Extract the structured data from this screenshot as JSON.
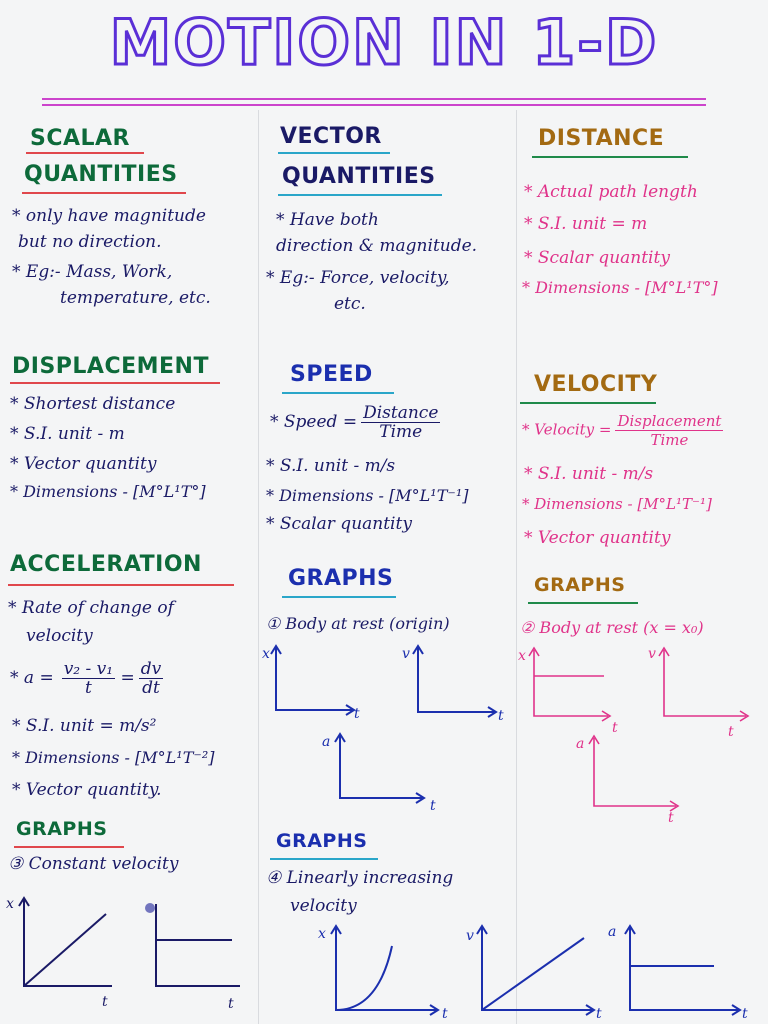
{
  "title": "MOTION IN 1-D",
  "scalar": {
    "heading_l1": "SCALAR",
    "heading_l2": "QUANTITIES",
    "lines": [
      "* only have magnitude",
      "but no direction.",
      "* Eg:- Mass, Work,",
      "temperature, etc."
    ]
  },
  "vector": {
    "heading_l1": "VECTOR",
    "heading_l2": "QUANTITIES",
    "lines": [
      "* Have both",
      "direction & magnitude.",
      "* Eg:- Force, velocity,",
      "etc."
    ]
  },
  "distance": {
    "heading": "DISTANCE",
    "lines": [
      "* Actual path length",
      "* S.I. unit = m",
      "* Scalar quantity",
      "* Dimensions - [M°L¹T°]"
    ]
  },
  "displacement": {
    "heading": "DISPLACEMENT",
    "lines": [
      "* Shortest distance",
      "* S.I. unit - m",
      "* Vector quantity",
      "* Dimensions - [M°L¹T°]"
    ]
  },
  "speed": {
    "heading": "SPEED",
    "formula_lhs": "* Speed =",
    "formula_num": "Distance",
    "formula_den": "Time",
    "lines": [
      "* S.I. unit - m/s",
      "* Dimensions - [M°L¹T⁻¹]",
      "* Scalar quantity"
    ]
  },
  "velocity": {
    "heading": "VELOCITY",
    "formula_lhs": "* Velocity =",
    "formula_num": "Displacement",
    "formula_den": "Time",
    "lines": [
      "* S.I. unit - m/s",
      "* Dimensions - [M°L¹T⁻¹]",
      "* Vector quantity"
    ]
  },
  "acceleration": {
    "heading": "ACCELERATION",
    "lines_top": [
      "* Rate of change of",
      "velocity"
    ],
    "formula_lhs": "* a =",
    "formula_num1": "v₂ - v₁",
    "formula_den1": "t",
    "formula_eq": "=",
    "formula_num2": "dv",
    "formula_den2": "dt",
    "lines": [
      "* S.I. unit = m/s²",
      "* Dimensions - [M°L¹T⁻²]",
      "* Vector quantity."
    ]
  },
  "graphs1": {
    "heading": "GRAPHS",
    "caption": "① Body at rest (origin)"
  },
  "graphs2": {
    "heading": "GRAPHS",
    "caption": "② Body at rest (x = x₀)"
  },
  "graphs3": {
    "heading": "GRAPHS",
    "caption": "③ Constant velocity"
  },
  "graphs4": {
    "heading": "GRAPHS",
    "caption_l1": "④ Linearly increasing",
    "caption_l2": "velocity"
  },
  "axes": {
    "x": "x",
    "v": "v",
    "a": "a",
    "t": "t"
  },
  "colors": {
    "title": "#5a2fd6",
    "navy": "#1a1a66",
    "blue": "#1b2fae",
    "pink": "#e0338a",
    "green": "#0d6a3a",
    "brown": "#a36a12",
    "red_underline": "#e0474c"
  }
}
